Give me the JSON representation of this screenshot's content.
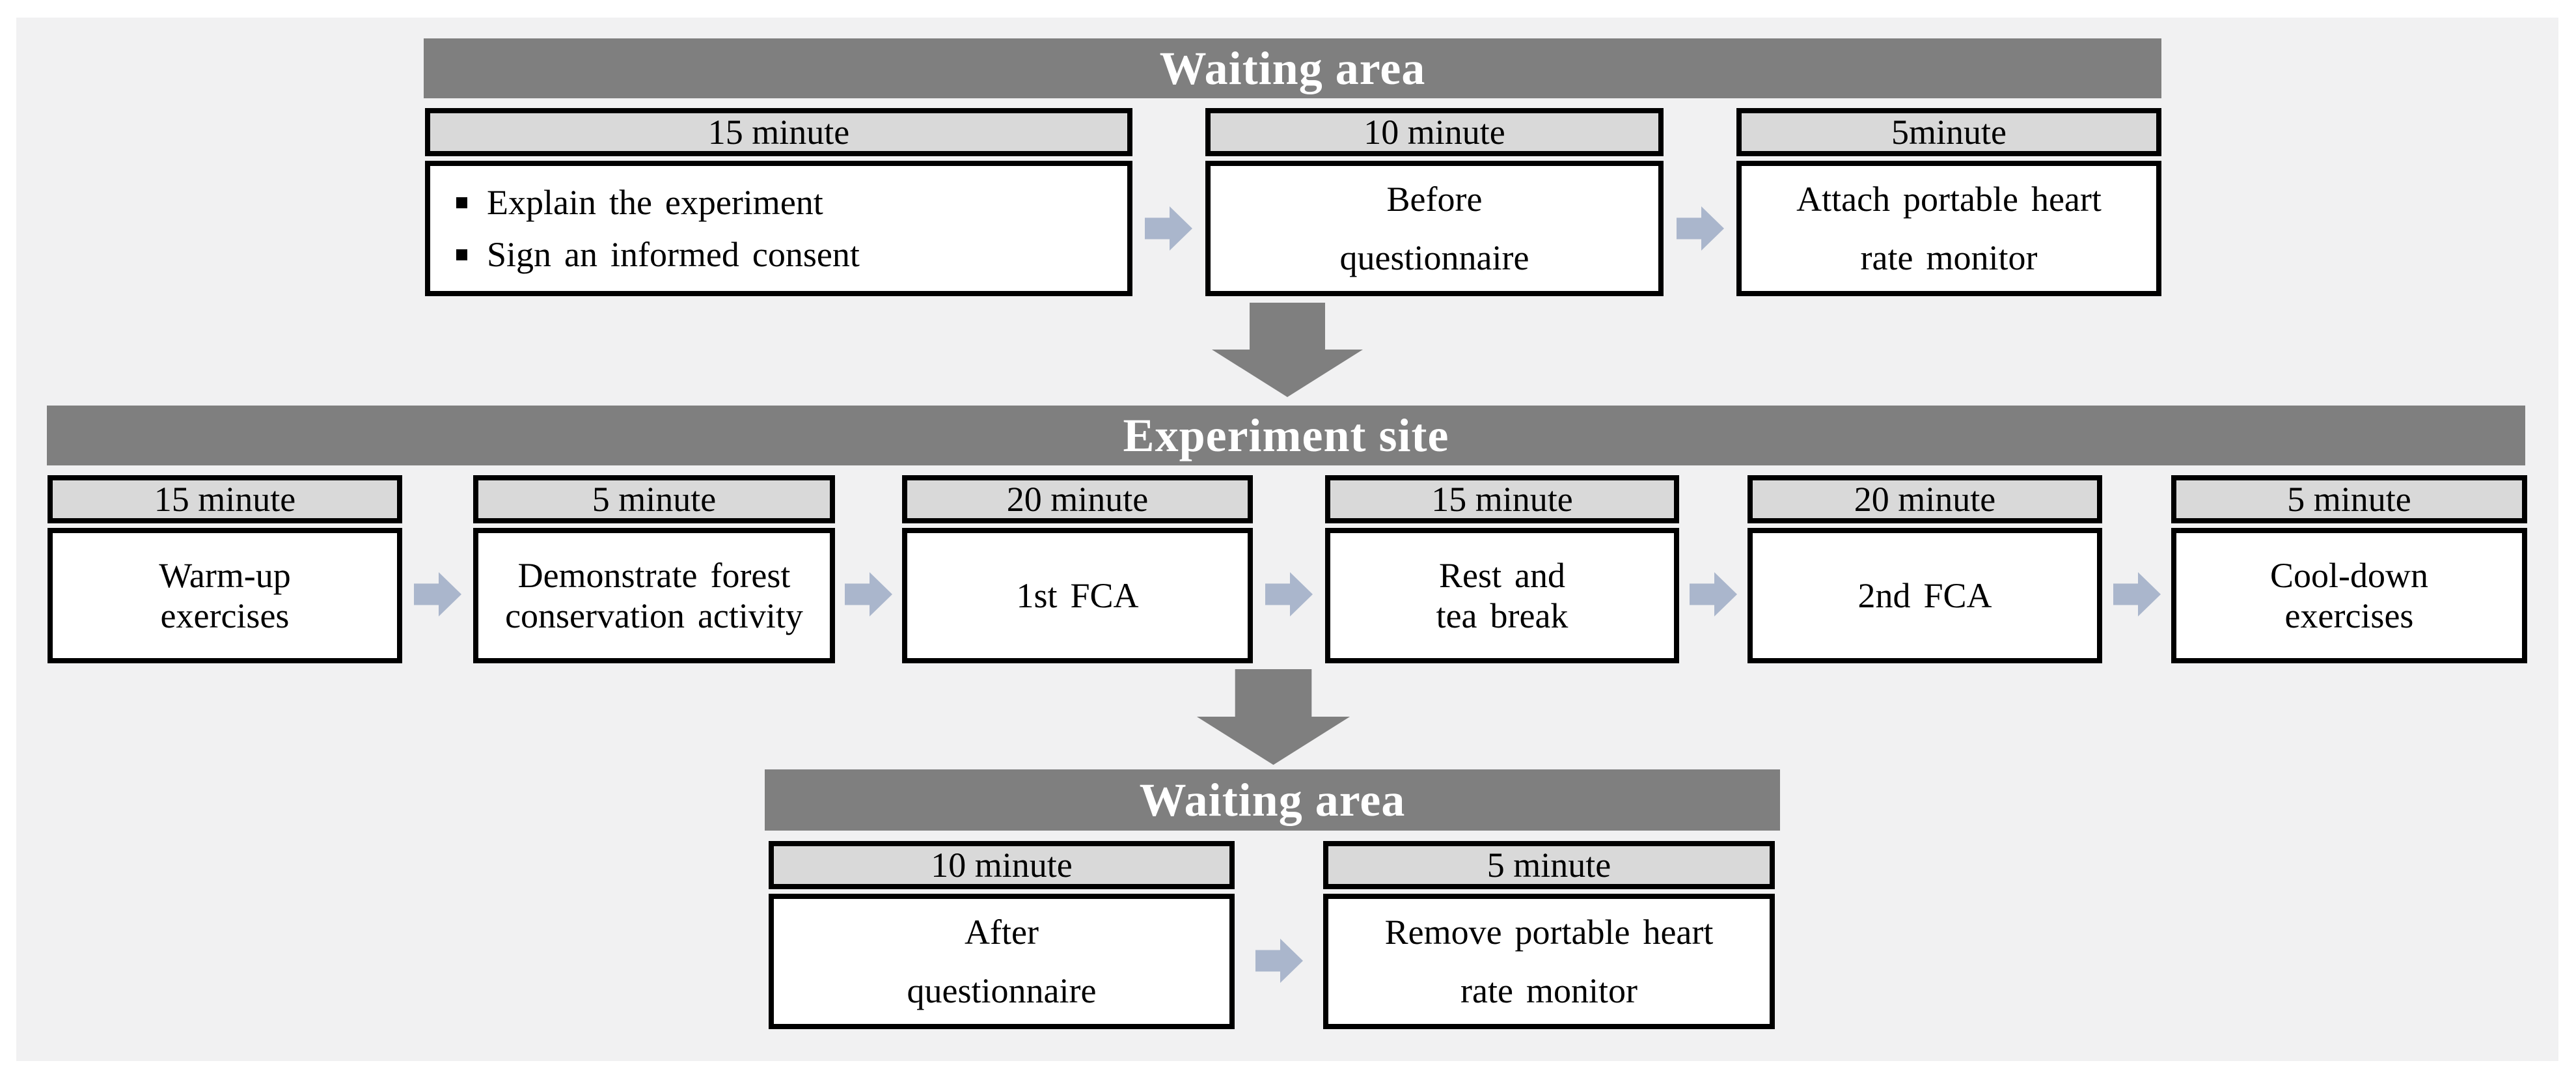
{
  "colors": {
    "panel": "#f1f1f2",
    "band": "#7f7f7f",
    "band_text": "#ffffff",
    "header_cell": "#d9d9d9",
    "border": "#000000",
    "body_text": "#000000",
    "arrow": "#aab6cc"
  },
  "sections": [
    {
      "title": "Waiting area",
      "steps": [
        {
          "duration": "15 minute",
          "bulleted": true,
          "lines": [
            "Explain the experiment",
            "Sign an informed consent"
          ]
        },
        {
          "duration": "10 minute",
          "lines": [
            "Before",
            "questionnaire"
          ]
        },
        {
          "duration": "5minute",
          "lines": [
            "Attach portable heart",
            "rate monitor"
          ]
        }
      ]
    },
    {
      "title": "Experiment site",
      "steps": [
        {
          "duration": "15 minute",
          "lines": [
            "Warm-up",
            "exercises"
          ]
        },
        {
          "duration": "5 minute",
          "lines": [
            "Demonstrate forest",
            "conservation activity"
          ]
        },
        {
          "duration": "20 minute",
          "lines": [
            "1st FCA"
          ]
        },
        {
          "duration": "15 minute",
          "lines": [
            "Rest and",
            "tea break"
          ]
        },
        {
          "duration": "20 minute",
          "lines": [
            "2nd FCA"
          ]
        },
        {
          "duration": "5 minute",
          "lines": [
            "Cool-down",
            "exercises"
          ]
        }
      ]
    },
    {
      "title": "Waiting area",
      "steps": [
        {
          "duration": "10 minute",
          "lines": [
            "After",
            "questionnaire"
          ]
        },
        {
          "duration": "5 minute",
          "lines": [
            "Remove portable heart",
            "rate monitor"
          ]
        }
      ]
    }
  ]
}
